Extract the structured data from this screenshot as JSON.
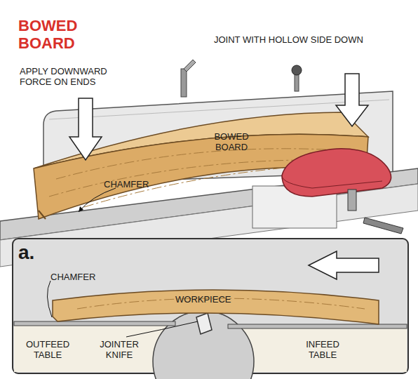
{
  "diagram": {
    "title": "BOWED BOARD",
    "labels": [
      "JOINT WITH HOLLOW SIDE DOWN",
      "APPLY DOWNWARD FORCE ON ENDS",
      "BOWED BOARD",
      "CHAMFER",
      "a.",
      "CHAMFER",
      "WORKPIECE",
      "OUTFEED TABLE",
      "JOINTER KNIFE",
      "INFEED TABLE"
    ]
  }
}
